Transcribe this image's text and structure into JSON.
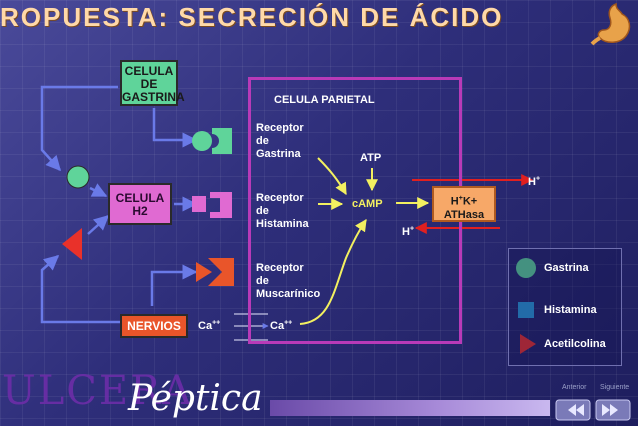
{
  "title": "ROPUESTA: SECRECIÓN DE ÁCIDO",
  "cells": {
    "gastrina_cell": [
      "CELULA",
      "DE",
      "GASTRINA"
    ],
    "h2_cell": [
      "CELULA",
      "H2"
    ],
    "nervios": "NERVIOS"
  },
  "parietal": {
    "label": "CELULA PARIETAL",
    "receptor_gastrina": [
      "Receptor",
      "de",
      "Gastrina"
    ],
    "receptor_histamina": [
      "Receptor",
      "de",
      "Histamina"
    ],
    "receptor_muscarinico": [
      "Receptor",
      "de",
      "Muscarínico"
    ],
    "atp": "ATP",
    "camp": "cAMP"
  },
  "pump": {
    "line1_pre": "H",
    "line1_sup": "+",
    "line1_post": "K+",
    "line2": "ATHasa"
  },
  "ions": {
    "h_out": "H",
    "h_in": "H",
    "h_sup": "+",
    "ca_left": "Ca",
    "ca_right": "Ca",
    "ca_sup": "++"
  },
  "legend": {
    "gastrina": "Gastrina",
    "histamina": "Histamina",
    "acetilcolina": "Acetilcolina"
  },
  "footer": {
    "ulcera": "ULCERA",
    "peptica": "Péptica",
    "anterior": "Anterior",
    "siguiente": "Siguiente"
  },
  "colors": {
    "gastrina": "#5fd49a",
    "histamina": "#e06ad2",
    "acetilcolina": "#e9552a",
    "parietal_border": "#b83ab8",
    "arrow_red": "#e02020",
    "arrow_yellow": "#f3f060"
  },
  "icons": [
    "stomach-icon",
    "previous-nav-icon",
    "next-nav-icon"
  ]
}
